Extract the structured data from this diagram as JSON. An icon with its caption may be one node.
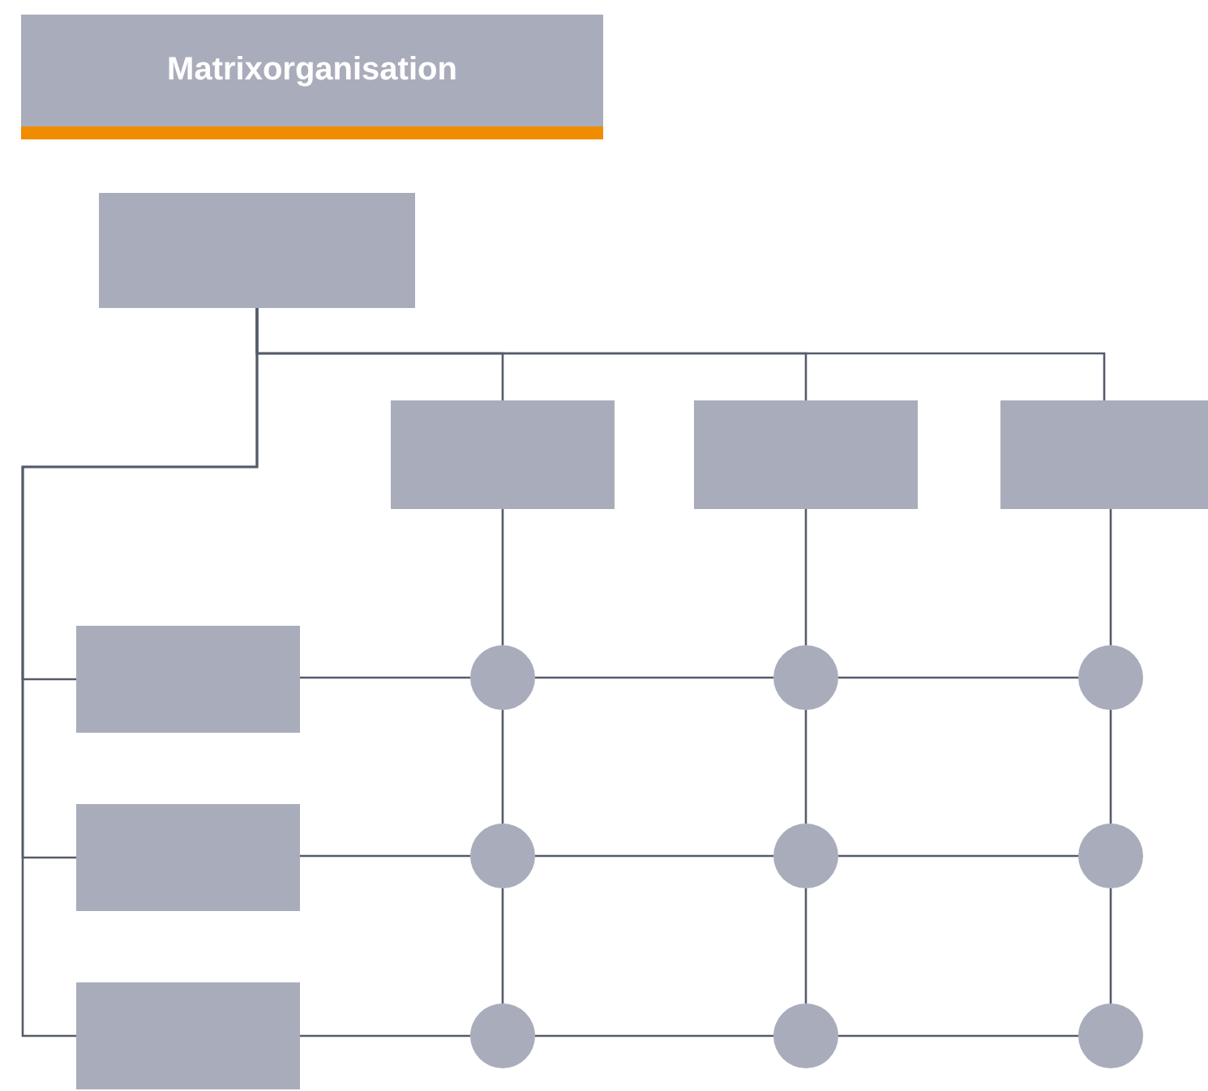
{
  "diagram": {
    "title": "Matrixorganisation",
    "nodes": [
      {
        "text": [],
        "shape": "box"
      },
      {
        "text": [],
        "shape": "box"
      },
      {
        "text": [],
        "shape": "box"
      },
      {
        "text": [],
        "shape": "box"
      },
      {
        "text": [],
        "shape": "box"
      },
      {
        "text": [],
        "shape": "box"
      },
      {
        "text": [],
        "shape": "box"
      },
      {
        "text": [],
        "shape": "circle"
      },
      {
        "text": [],
        "shape": "circle"
      },
      {
        "text": [],
        "shape": "circle"
      },
      {
        "text": [],
        "shape": "circle"
      },
      {
        "text": [],
        "shape": "circle"
      },
      {
        "text": [],
        "shape": "circle"
      },
      {
        "text": [],
        "shape": "circle"
      },
      {
        "text": [],
        "shape": "circle"
      },
      {
        "text": [],
        "shape": "circle"
      }
    ],
    "edges": [
      {
        "from": 0,
        "to": 1,
        "arrow": "none"
      },
      {
        "from": 0,
        "to": 2,
        "arrow": "none"
      },
      {
        "from": 0,
        "to": 3,
        "arrow": "none"
      },
      {
        "from": 0,
        "to": 4,
        "arrow": "none"
      },
      {
        "from": 0,
        "to": 5,
        "arrow": "none"
      },
      {
        "from": 0,
        "to": 6,
        "arrow": "none"
      },
      {
        "from": 1,
        "to": 7,
        "arrow": "none"
      },
      {
        "from": 7,
        "to": 10,
        "arrow": "none"
      },
      {
        "from": 10,
        "to": 13,
        "arrow": "none"
      },
      {
        "from": 2,
        "to": 8,
        "arrow": "none"
      },
      {
        "from": 8,
        "to": 11,
        "arrow": "none"
      },
      {
        "from": 11,
        "to": 14,
        "arrow": "none"
      },
      {
        "from": 3,
        "to": 9,
        "arrow": "none"
      },
      {
        "from": 9,
        "to": 12,
        "arrow": "none"
      },
      {
        "from": 12,
        "to": 15,
        "arrow": "none"
      },
      {
        "from": 4,
        "to": 7,
        "arrow": "none"
      },
      {
        "from": 7,
        "to": 8,
        "arrow": "none"
      },
      {
        "from": 8,
        "to": 9,
        "arrow": "none"
      },
      {
        "from": 5,
        "to": 10,
        "arrow": "none"
      },
      {
        "from": 10,
        "to": 11,
        "arrow": "none"
      },
      {
        "from": 11,
        "to": 12,
        "arrow": "none"
      },
      {
        "from": 6,
        "to": 13,
        "arrow": "none"
      },
      {
        "from": 13,
        "to": 14,
        "arrow": "none"
      },
      {
        "from": 14,
        "to": 15,
        "arrow": "none"
      }
    ]
  }
}
